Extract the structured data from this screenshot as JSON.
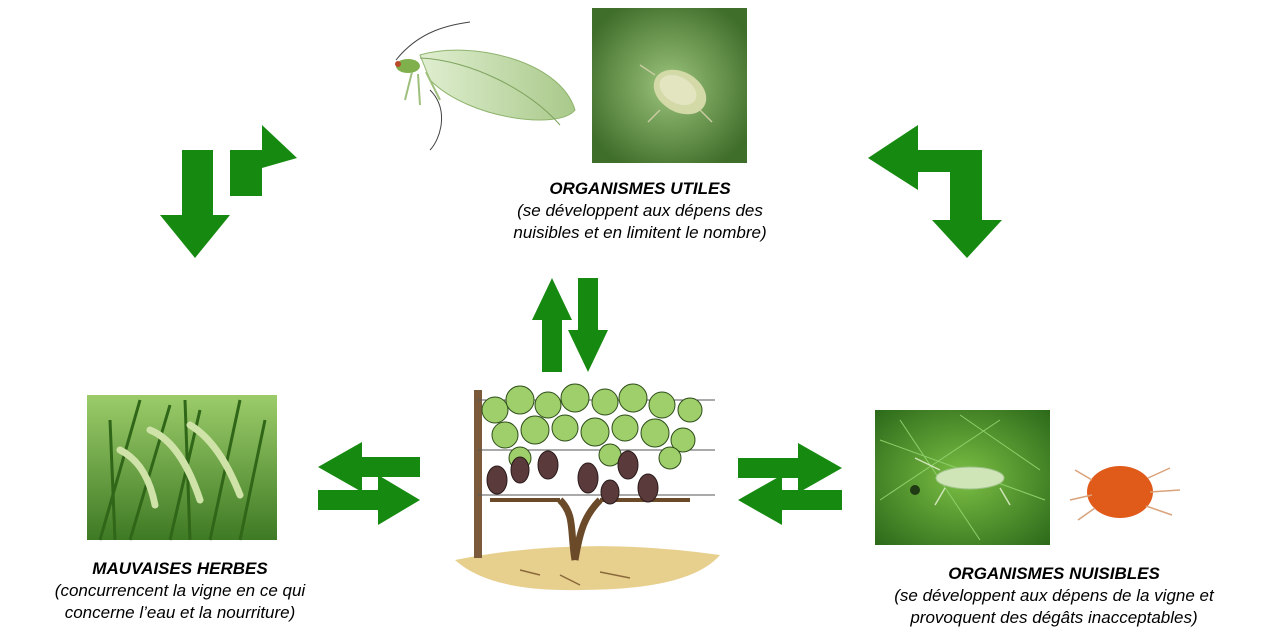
{
  "nodes": {
    "utiles": {
      "title": "ORGANISMES UTILES",
      "line1": "(se développent aux dépens des",
      "line2": "nuisibles et en limitent le nombre)"
    },
    "herbes": {
      "title": "MAUVAISES HERBES",
      "line1": "(concurrencent  la vigne en ce qui",
      "line2": "concerne l’eau et la nourriture)"
    },
    "nuisibles": {
      "title": "ORGANISMES NUISIBLES",
      "line1": "(se développent aux dépens de la vigne et",
      "line2": "provoquent des dégâts inacceptables)"
    }
  },
  "colors": {
    "arrow": "#168a10",
    "leaf": "#9fcf6a",
    "leaf_dark": "#4e7d2c",
    "grape": "#5a3a3a",
    "soil": "#e7cf8e",
    "photo_green": "#5f8f3c",
    "mite": "#e05a1a"
  },
  "icons": [
    "lacewing-photo",
    "larva-photo",
    "grass-photo",
    "vine-illustration",
    "aphid-photo",
    "red-mite-photo"
  ]
}
